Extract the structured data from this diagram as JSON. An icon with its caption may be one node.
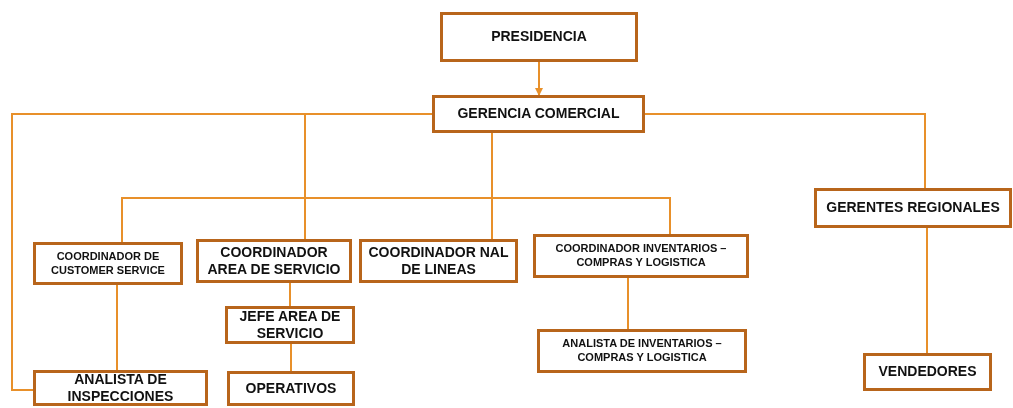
{
  "diagram": {
    "nodes": [
      {
        "text": [
          "PRESIDENCIA"
        ]
      },
      {
        "text": [
          "GERENCIA COMERCIAL"
        ]
      },
      {
        "text": [
          "GERENTES REGIONALES"
        ]
      },
      {
        "text": [
          "COORDINADOR DE CUSTOMER SERVICE"
        ]
      },
      {
        "text": [
          "COORDINADOR AREA DE SERVICIO"
        ]
      },
      {
        "text": [
          "COORDINADOR NAL DE LINEAS"
        ]
      },
      {
        "text": [
          "COORDINADOR INVENTARIOS – COMPRAS Y LOGISTICA"
        ]
      },
      {
        "text": [
          "JEFE AREA DE SERVICIO"
        ]
      },
      {
        "text": [
          "ANALISTA DE INVENTARIOS – COMPRAS Y LOGISTICA"
        ]
      },
      {
        "text": [
          "VENDEDORES"
        ]
      },
      {
        "text": [
          "ANALISTA DE INSPECCIONES"
        ]
      },
      {
        "text": [
          "OPERATIVOS"
        ]
      }
    ],
    "edges": [
      {
        "from": 0,
        "to": 1,
        "arrow": "to"
      },
      {
        "from": 1,
        "to": 2,
        "arrow": "none"
      },
      {
        "from": 1,
        "to": 4,
        "arrow": "none"
      },
      {
        "from": 1,
        "to": 10,
        "arrow": "none"
      },
      {
        "from": 1,
        "to": 3,
        "arrow": "none"
      },
      {
        "from": 1,
        "to": 5,
        "arrow": "none"
      },
      {
        "from": 1,
        "to": 6,
        "arrow": "none"
      },
      {
        "from": 3,
        "to": 10,
        "arrow": "none"
      },
      {
        "from": 4,
        "to": 7,
        "arrow": "none"
      },
      {
        "from": 7,
        "to": 11,
        "arrow": "none"
      },
      {
        "from": 6,
        "to": 8,
        "arrow": "none"
      },
      {
        "from": 2,
        "to": 9,
        "arrow": "none"
      }
    ]
  }
}
